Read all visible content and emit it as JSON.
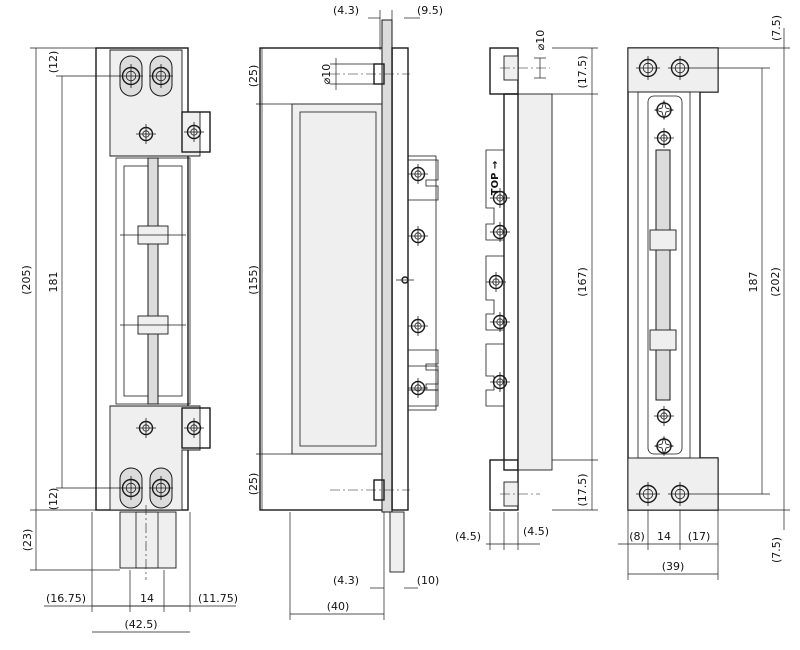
{
  "views": {
    "front": {
      "overall_height": "(205)",
      "height": "181",
      "top_hole_offset": "(12)",
      "bottom_hole_offset": "(12)",
      "extension": "(23)",
      "left_offset": "(16.75)",
      "hole_spacing": "14",
      "right_offset": "(11.75)",
      "overall_width": "(42.5)"
    },
    "side": {
      "top_thickness": "(4.3)",
      "top_plate": "(9.5)",
      "top_section": "(25)",
      "hole_diameter": "⌀10",
      "mid_section": "(155)",
      "bottom_section": "(25)",
      "bottom_thickness": "(4.3)",
      "bottom_plate": "(10)",
      "depth": "(40)"
    },
    "strike": {
      "hole_diameter": "⌀10",
      "top_offset": "(17.5)",
      "height": "(167)",
      "bottom_offset": "(17.5)",
      "left_margin": "(4.5)",
      "right_margin": "(4.5)",
      "orientation": "TOP →"
    },
    "back": {
      "top_offset": "(7.5)",
      "height": "187",
      "overall_height": "(202)",
      "bottom_offset": "(7.5)",
      "left_margin": "(8)",
      "hole_spacing": "14",
      "right_margin": "(17)",
      "overall_width": "(39)"
    }
  }
}
